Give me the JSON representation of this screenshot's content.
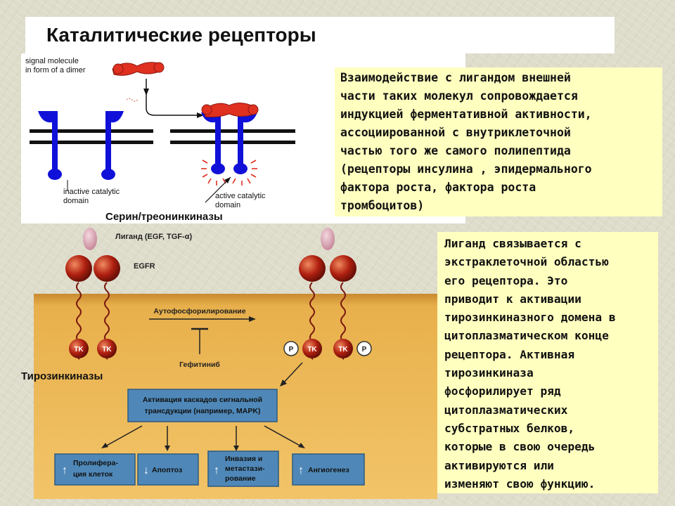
{
  "slide": {
    "title": "Каталитические рецепторы",
    "note_1": "Взаимодействие с лигандом внешней\nчасти таких молекул сопровождается\nиндукцией ферментативной активности,\nассоциированной с внутриклеточной\nчастью того же самого полипептида\n(рецепторы инсулина , эпидермального\nфактора роста, фактора роста\nтромбоцитов)",
    "note_2": "Лиганд связывается с\nэкстраклеточной областью\nего рецептора. Это\nприводит к активации\nтирозинкиназного домена в\nцитоплазматическом конце\nрецептора. Активная\nтирозинкиназа\nфосфорилирует ряд\nцитоплазматических\nсубстратных белков,\nкоторые в свою очередь\nактивируются или\nизменяют свою функцию.",
    "serine_label": "Серин/треонинкиназы",
    "tyrosine_label": "Тирозинкиназы"
  },
  "top_diagram": {
    "signal_line1": "signal molecule",
    "signal_line2": "in form of a dimer",
    "inactive_line1": "inactive catalytic",
    "inactive_line2": "domain",
    "active_line1": "active catalytic",
    "active_line2": "domain"
  },
  "bottom_diagram": {
    "ligand_label": "Лиганд (EGF, TGF-α)",
    "egfr_label": "EGFR",
    "tk": "TK",
    "p": "P",
    "autophos": "Аутофосфорилирование",
    "gefitinib": "Гефитиниб",
    "cascade_line1": "Активация каскадов сигнальной",
    "cascade_line2": "трансдукции (например, MAPK)",
    "outcomes": [
      {
        "line1": "Пролифера-",
        "line2": "ция клеток",
        "line3": ""
      },
      {
        "line1": "Апоптоз",
        "line2": "",
        "line3": ""
      },
      {
        "line1": "Инвазия и",
        "line2": "метастази-",
        "line3": "рование"
      },
      {
        "line1": "Ангиогенез",
        "line2": "",
        "line3": ""
      }
    ]
  },
  "colors": {
    "receptor_blue": "#1010d8",
    "membrane": "#111111",
    "ligand_red": "#e03020",
    "cytoplasm": "#e8b04c",
    "receptor_ball": "#b02010",
    "note_bg": "#ffffc0",
    "box_blue": "#4f88b8"
  }
}
